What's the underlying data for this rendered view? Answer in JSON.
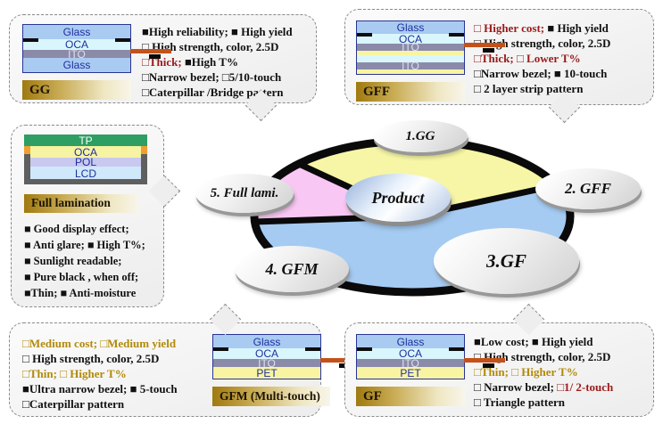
{
  "colors": {
    "black": "#111111",
    "red": "#9b1a1a",
    "gold": "#b28a0a",
    "pie_yellow": "#f6f6a6",
    "pie_blue": "#a5cbf2",
    "pie_pink": "#f9c7f4",
    "pie_outline": "#0a0a0a"
  },
  "pie": {
    "center_label": "Product",
    "labels": [
      "1.GG",
      "2. GFF",
      "3.GF",
      "4. GFM",
      "5. Full lami."
    ]
  },
  "boxes": {
    "gg": {
      "label": "GG",
      "layers": [
        {
          "t": "Glass",
          "bg": "#a9cbf1",
          "fg": "#1f2f9e",
          "h": 16
        },
        {
          "t": "OCA",
          "bg": "#d9f6fc",
          "fg": "#1f2f9e",
          "h": 12
        },
        {
          "t": "ITO",
          "bg": "#8b8ba9",
          "fg": "#dfdfec",
          "h": 9
        },
        {
          "t": "Glass",
          "bg": "#a9cbf1",
          "fg": "#1f2f9e",
          "h": 16
        }
      ],
      "bullets": [
        [
          {
            "t": "■High reliability; ■ High yield",
            "c": "black"
          }
        ],
        [
          {
            "t": "□ High strength, color, 2.5D",
            "c": "black"
          }
        ],
        [
          {
            "t": "□Thick;",
            "c": "red"
          },
          {
            "t": " ■High T%",
            "c": "black"
          }
        ],
        [
          {
            "t": "□Narrow bezel; □5/10-touch",
            "c": "black"
          }
        ],
        [
          {
            "t": "□Caterpillar /Bridge pattern",
            "c": "black"
          }
        ]
      ]
    },
    "gff": {
      "label": "GFF",
      "layers": [
        {
          "t": "Glass",
          "bg": "#a9cbf1",
          "fg": "#1f2f9e",
          "h": 14
        },
        {
          "t": "OCA",
          "bg": "#d9f6fc",
          "fg": "#1f2f9e",
          "h": 11
        },
        {
          "t": "ITO",
          "bg": "#8b8ba9",
          "fg": "#dfdfec",
          "h": 8
        },
        {
          "t": "",
          "bg": "#f8f4a2",
          "fg": "#1f2f9e",
          "h": 5
        },
        {
          "t": "",
          "bg": "#d9f6fc",
          "fg": "#1f2f9e",
          "h": 8
        },
        {
          "t": "ITO",
          "bg": "#8b8ba9",
          "fg": "#dfdfec",
          "h": 8
        },
        {
          "t": "",
          "bg": "#f8f4a2",
          "fg": "#1f2f9e",
          "h": 5
        }
      ],
      "bullets": [
        [
          {
            "t": "□ Higher cost;",
            "c": "red"
          },
          {
            "t": " ■ High yield",
            "c": "black"
          }
        ],
        [
          {
            "t": "□ High strength, color, 2.5D",
            "c": "black"
          }
        ],
        [
          {
            "t": "□Thick; □ Lower T%",
            "c": "red"
          }
        ],
        [
          {
            "t": "□Narrow bezel; ■ 10-touch",
            "c": "black"
          }
        ],
        [
          {
            "t": "□ 2 layer strip pattern",
            "c": "black"
          }
        ]
      ]
    },
    "full_lamination": {
      "label": "Full lamination",
      "layers": [
        {
          "t": "TP",
          "bg": "#2f9e63",
          "fg": "#ffffff",
          "h": 13
        },
        {
          "t": "OCA",
          "bg": "#f6f3a3",
          "fg": "#1f2f9e",
          "h": 13
        },
        {
          "t": "POL",
          "bg": "#c9c9f0",
          "fg": "#1f2f9e",
          "h": 10
        },
        {
          "t": "LCD",
          "bg": "#cfe9fa",
          "fg": "#1f2f9e",
          "h": 16
        }
      ],
      "bullets": [
        [
          {
            "t": "■ Good display effect;",
            "c": "black"
          }
        ],
        [
          {
            "t": "■ Anti glare; ■ High T%;",
            "c": "black"
          }
        ],
        [
          {
            "t": "■ Sunlight readable;",
            "c": "black"
          }
        ],
        [
          {
            "t": "■ Pure black , when off;",
            "c": "black"
          }
        ],
        [
          {
            "t": "■Thin; ■ Anti-moisture",
            "c": "black"
          }
        ]
      ]
    },
    "gfm": {
      "label": "GFM (Multi-touch)",
      "layers": [
        {
          "t": "Glass",
          "bg": "#a9cbf1",
          "fg": "#1f2f9e",
          "h": 15
        },
        {
          "t": "OCA",
          "bg": "#d9f6fc",
          "fg": "#1f2f9e",
          "h": 12
        },
        {
          "t": "ITO",
          "bg": "#8b8ba9",
          "fg": "#dfdfec",
          "h": 9
        },
        {
          "t": "PET",
          "bg": "#f8f4a2",
          "fg": "#1f2f9e",
          "h": 13
        }
      ],
      "bullets": [
        [
          {
            "t": "□Medium cost; □Medium yield",
            "c": "gold"
          }
        ],
        [
          {
            "t": "□ High strength, color, 2.5D",
            "c": "black"
          }
        ],
        [
          {
            "t": "□Thin; □ Higher T%",
            "c": "gold"
          }
        ],
        [
          {
            "t": "■Ultra narrow bezel; ■ 5-touch",
            "c": "black"
          }
        ],
        [
          {
            "t": "□Caterpillar pattern",
            "c": "black"
          }
        ]
      ]
    },
    "gf": {
      "label": "GF",
      "layers": [
        {
          "t": "Glass",
          "bg": "#a9cbf1",
          "fg": "#1f2f9e",
          "h": 15
        },
        {
          "t": "OCA",
          "bg": "#d9f6fc",
          "fg": "#1f2f9e",
          "h": 12
        },
        {
          "t": "ITO",
          "bg": "#8b8ba9",
          "fg": "#dfdfec",
          "h": 9
        },
        {
          "t": "PET",
          "bg": "#f8f4a2",
          "fg": "#1f2f9e",
          "h": 13
        }
      ],
      "bullets": [
        [
          {
            "t": "■Low cost; ■ High yield",
            "c": "black"
          }
        ],
        [
          {
            "t": "□ High strength, color, 2.5D",
            "c": "black"
          }
        ],
        [
          {
            "t": "□Thin; □ Higher T%",
            "c": "gold"
          }
        ],
        [
          {
            "t": "□ Narrow bezel; ",
            "c": "black"
          },
          {
            "t": "□1/ 2-touch",
            "c": "red"
          }
        ],
        [
          {
            "t": "□ Triangle pattern",
            "c": "black"
          }
        ]
      ]
    }
  }
}
